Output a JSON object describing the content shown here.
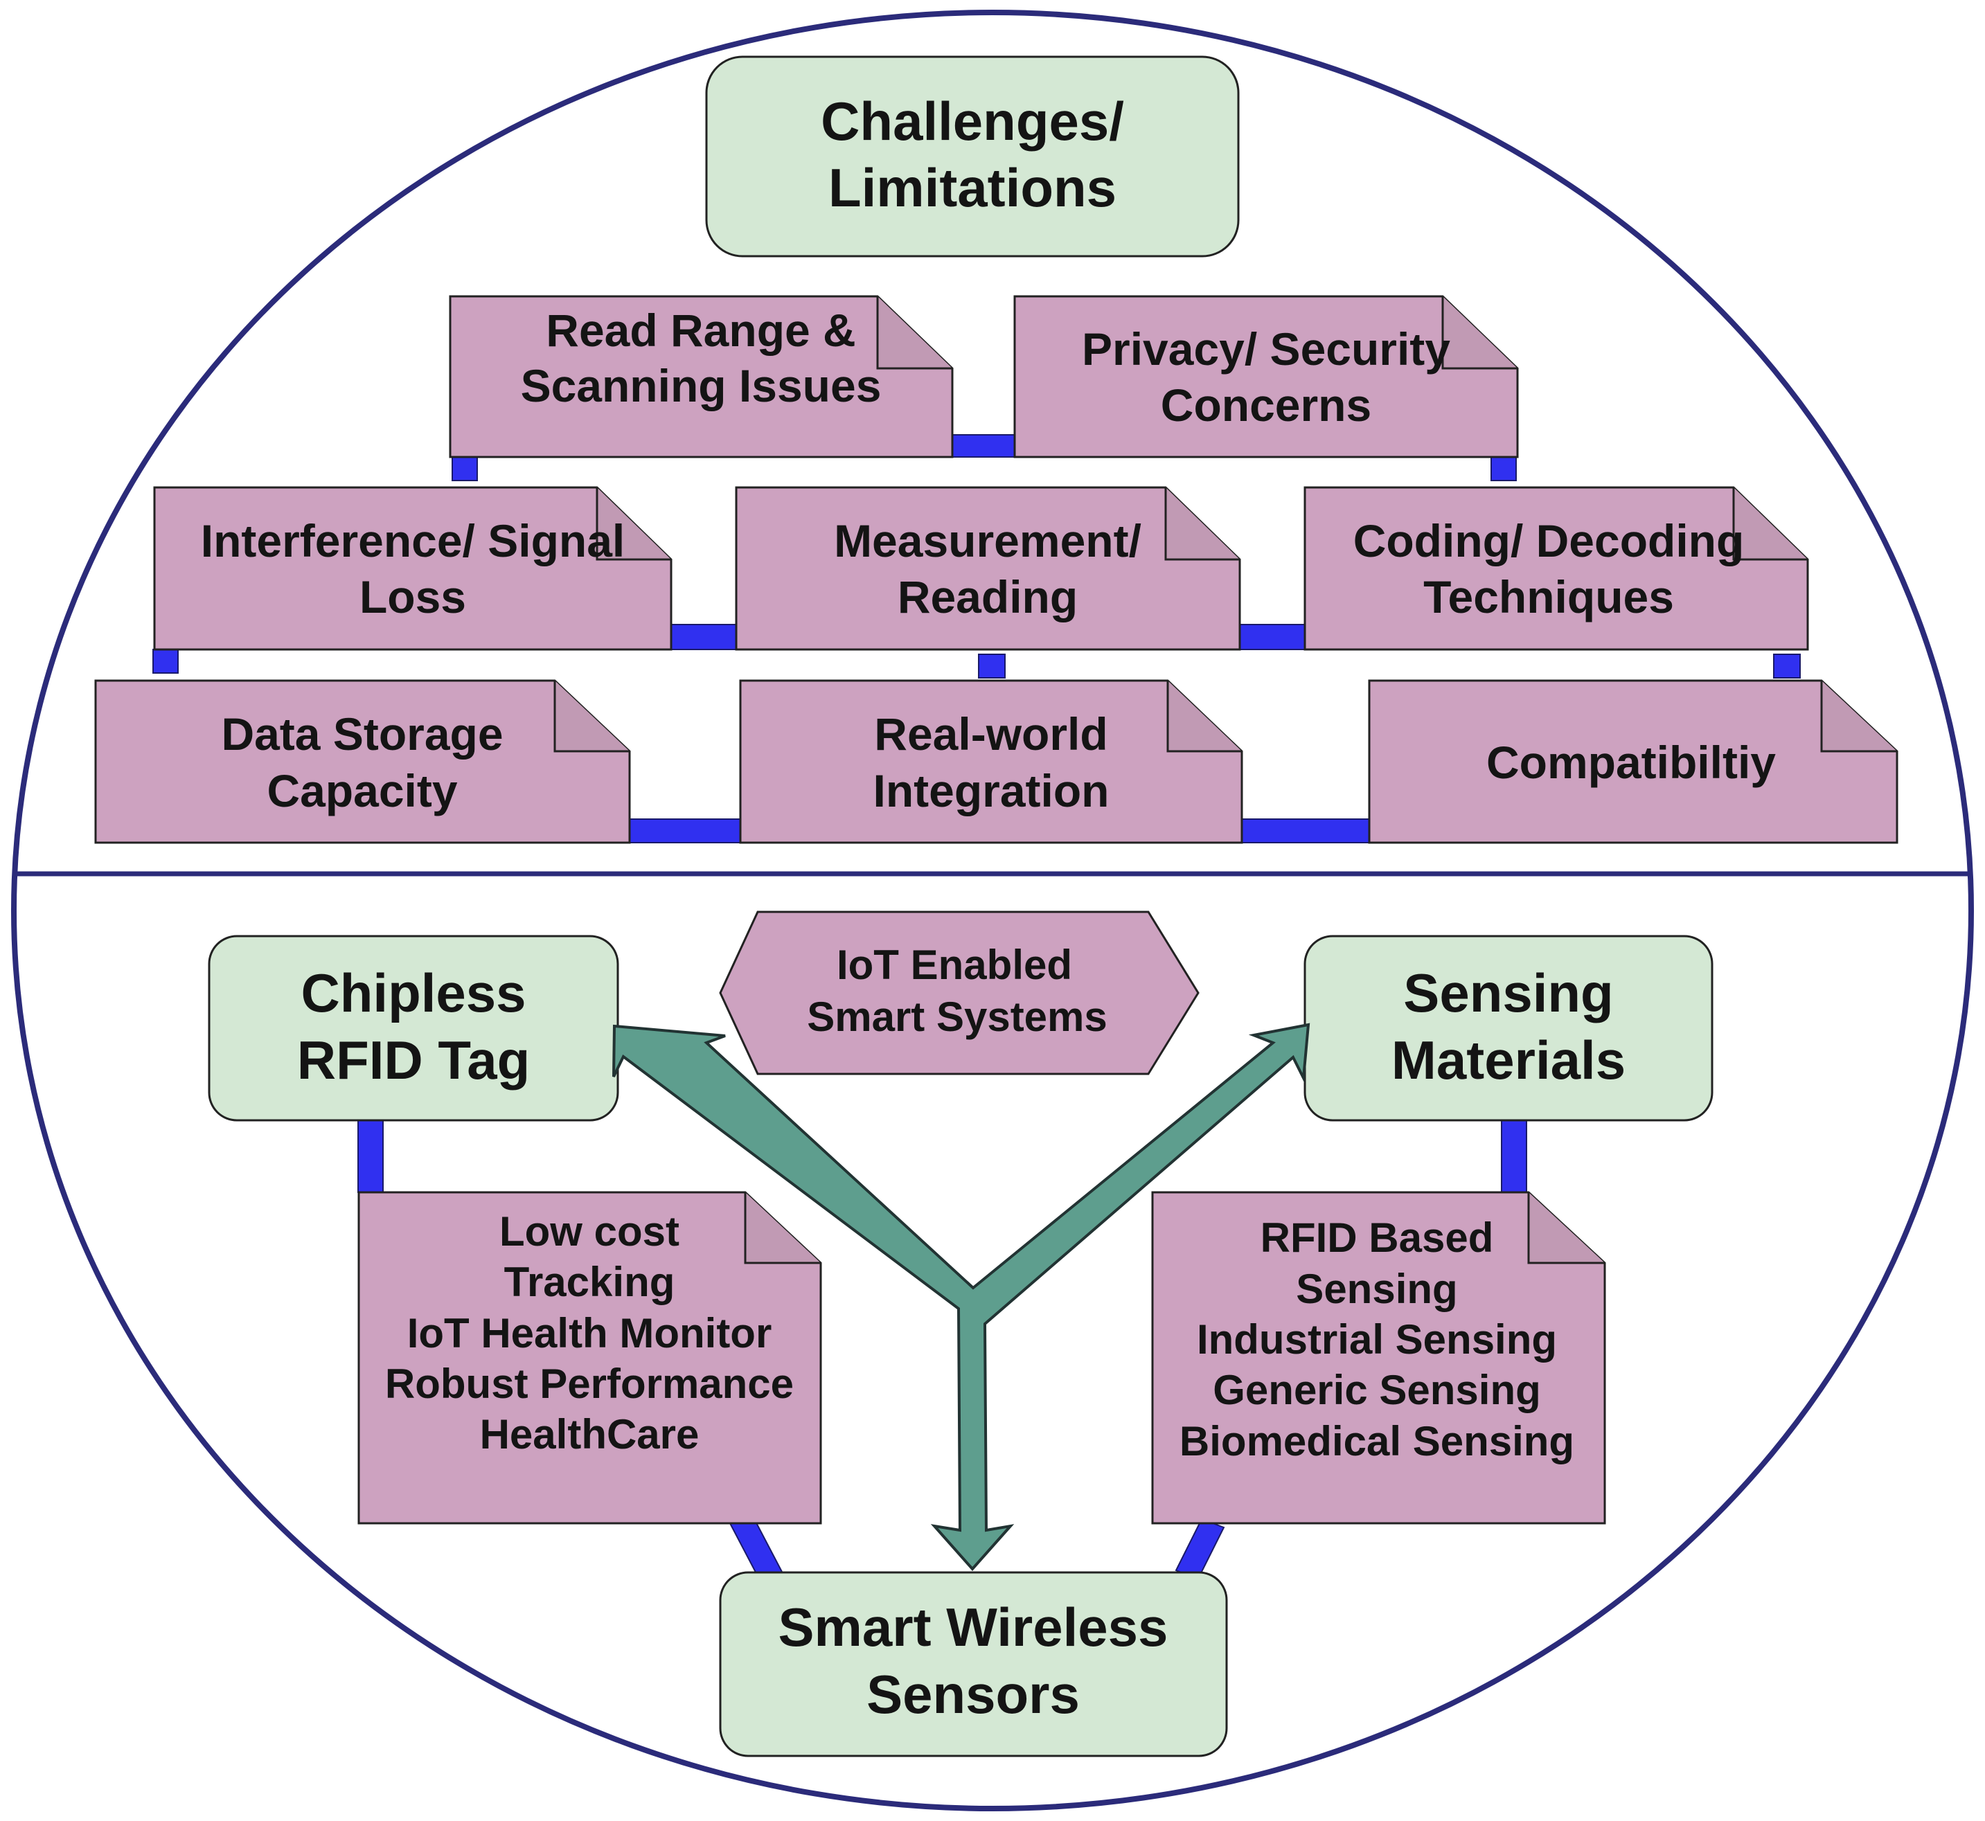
{
  "colors": {
    "circle_stroke": "#2b2b7a",
    "green_fill": "#d4e8d4",
    "green_stroke": "#222222",
    "mauve_fill": "#cda2c0",
    "mauve_stroke": "#222222",
    "connector": "#3030f0",
    "arrow_fill": "#5e9e8e",
    "arrow_stroke": "#223333"
  },
  "top": {
    "title_lines": [
      "Challenges/",
      "Limitations"
    ],
    "notes": [
      {
        "id": "read-range",
        "lines": [
          "Read Range &",
          "Scanning Issues"
        ]
      },
      {
        "id": "privacy",
        "lines": [
          "Privacy/ Security",
          "Concerns"
        ]
      },
      {
        "id": "interference",
        "lines": [
          "Interference/ Signal",
          "Loss"
        ]
      },
      {
        "id": "measurement",
        "lines": [
          "Measurement/",
          "Reading"
        ]
      },
      {
        "id": "coding",
        "lines": [
          "Coding/ Decoding",
          "Techniques"
        ]
      },
      {
        "id": "data-storage",
        "lines": [
          "Data Storage",
          "Capacity"
        ]
      },
      {
        "id": "real-world",
        "lines": [
          "Real-world",
          "Integration"
        ]
      },
      {
        "id": "compatibility",
        "lines": [
          "Compatibiltiy"
        ]
      }
    ]
  },
  "bottom": {
    "hexagon_lines": [
      "IoT Enabled",
      "Smart Systems"
    ],
    "chipless_lines": [
      "Chipless",
      "RFID Tag"
    ],
    "sensing_lines": [
      "Sensing",
      "Materials"
    ],
    "smart_lines": [
      "Smart Wireless",
      "Sensors"
    ],
    "chipless_apps": [
      "Low cost",
      "Tracking",
      "IoT Health Monitor",
      "Robust Performance",
      "HealthCare"
    ],
    "sensing_apps": [
      "RFID Based",
      "Sensing",
      "Industrial Sensing",
      "Generic Sensing",
      "Biomedical Sensing"
    ]
  }
}
